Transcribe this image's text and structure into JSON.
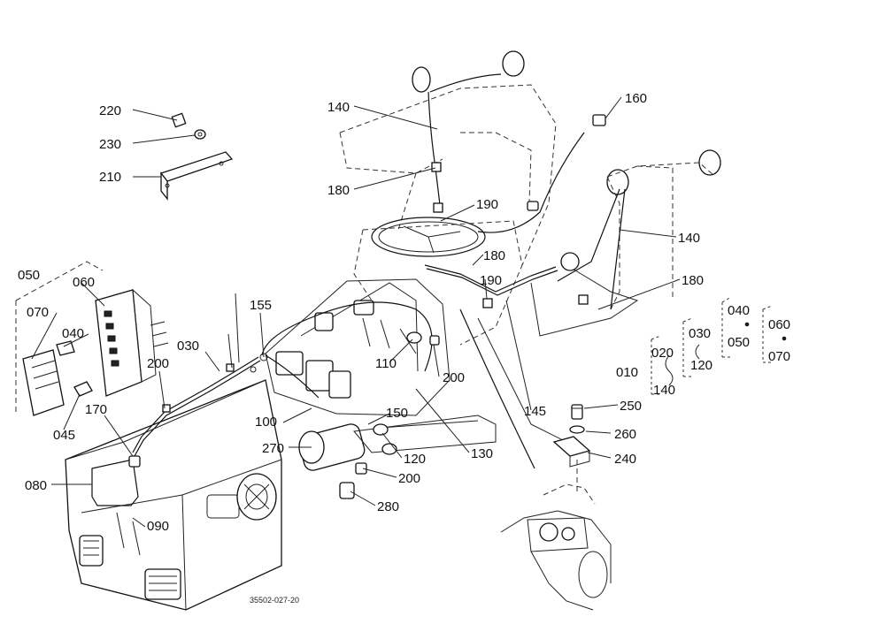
{
  "drawing_code": "35502-027-20",
  "part_labels": [
    "220",
    "230",
    "210",
    "050",
    "060",
    "070",
    "040",
    "045",
    "170",
    "200",
    "030",
    "080",
    "090",
    "140",
    "160",
    "180",
    "190",
    "155",
    "100",
    "150",
    "270",
    "120",
    "200",
    "280",
    "130",
    "110",
    "200",
    "180",
    "190",
    "145",
    "140",
    "180",
    "010",
    "020",
    "140",
    "030",
    "120",
    "040",
    "050",
    "060",
    "070",
    "250",
    "260",
    "240"
  ]
}
